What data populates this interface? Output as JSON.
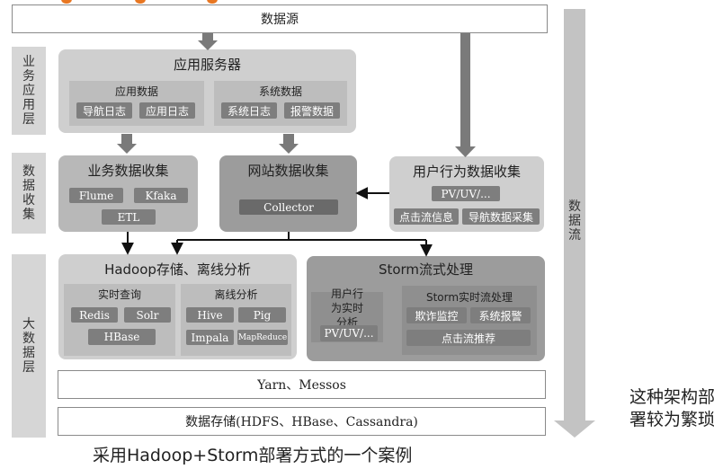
{
  "source": "数据源",
  "layers": {
    "business": "业务应用层",
    "collect": "数据收集",
    "bigdata": "大数据层"
  },
  "app_server": {
    "title": "应用服务器",
    "app_data": {
      "title": "应用数据",
      "items": [
        "导航日志",
        "应用日志"
      ]
    },
    "sys_data": {
      "title": "系统数据",
      "items": [
        "系统日志",
        "报警数据"
      ]
    }
  },
  "biz_collect": {
    "title": "业务数据收集",
    "items": [
      "Flume",
      "Kfaka",
      "ETL"
    ]
  },
  "web_collect": {
    "title": "网站数据收集",
    "items": [
      "Collector"
    ]
  },
  "user_collect": {
    "title": "用户行为数据收集",
    "items": [
      "PV/UV/...",
      "点击流信息",
      "导航数据采集"
    ]
  },
  "hadoop": {
    "title": "Hadoop存储、离线分析",
    "realtime": {
      "title": "实时查询",
      "items": [
        "Redis",
        "Solr",
        "HBase"
      ]
    },
    "offline": {
      "title": "离线分析",
      "items": [
        "Hive",
        "Pig",
        "Impala",
        "MapReduce"
      ]
    }
  },
  "storm": {
    "title": "Storm流式处理",
    "user_analysis": {
      "title": "用户行为实时分析",
      "items": [
        "PV/UV/..."
      ]
    },
    "realtime_proc": {
      "title": "Storm实时流处理",
      "items": [
        "欺诈监控",
        "系统报警",
        "点击流推荐"
      ]
    }
  },
  "yarn": "Yarn、Messos",
  "storage": "数据存储(HDFS、HBase、Cassandra)",
  "flow_label": "数据流",
  "caption": "采用Hadoop+Storm部署方式的一个案例",
  "note": "这种架构部署较为繁琐",
  "colors": {
    "accent_dots": "#e87722",
    "arrow": "#7a7a7a"
  }
}
